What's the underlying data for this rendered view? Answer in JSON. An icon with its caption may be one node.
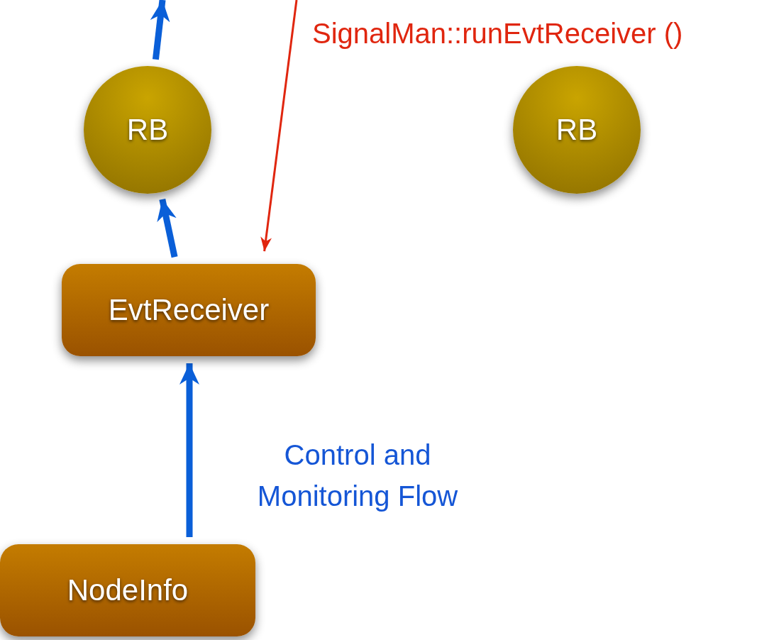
{
  "diagram": {
    "nodes": [
      {
        "text": [
          "RB"
        ]
      },
      {
        "text": [
          "RB"
        ]
      },
      {
        "text": [
          "EvtReceiver"
        ]
      },
      {
        "text": [
          "NodeInfo"
        ]
      }
    ],
    "edges": [
      {
        "from": 0,
        "to": null,
        "arrow": "to"
      },
      {
        "from": 2,
        "to": 0,
        "arrow": "to"
      },
      {
        "from": null,
        "to": 2,
        "arrow": "to",
        "label": "SignalMan::runEvtReceiver ()",
        "color": "#e0260f"
      },
      {
        "from": 3,
        "to": 2,
        "arrow": "to",
        "label": "Control and Monitoring Flow"
      }
    ]
  }
}
